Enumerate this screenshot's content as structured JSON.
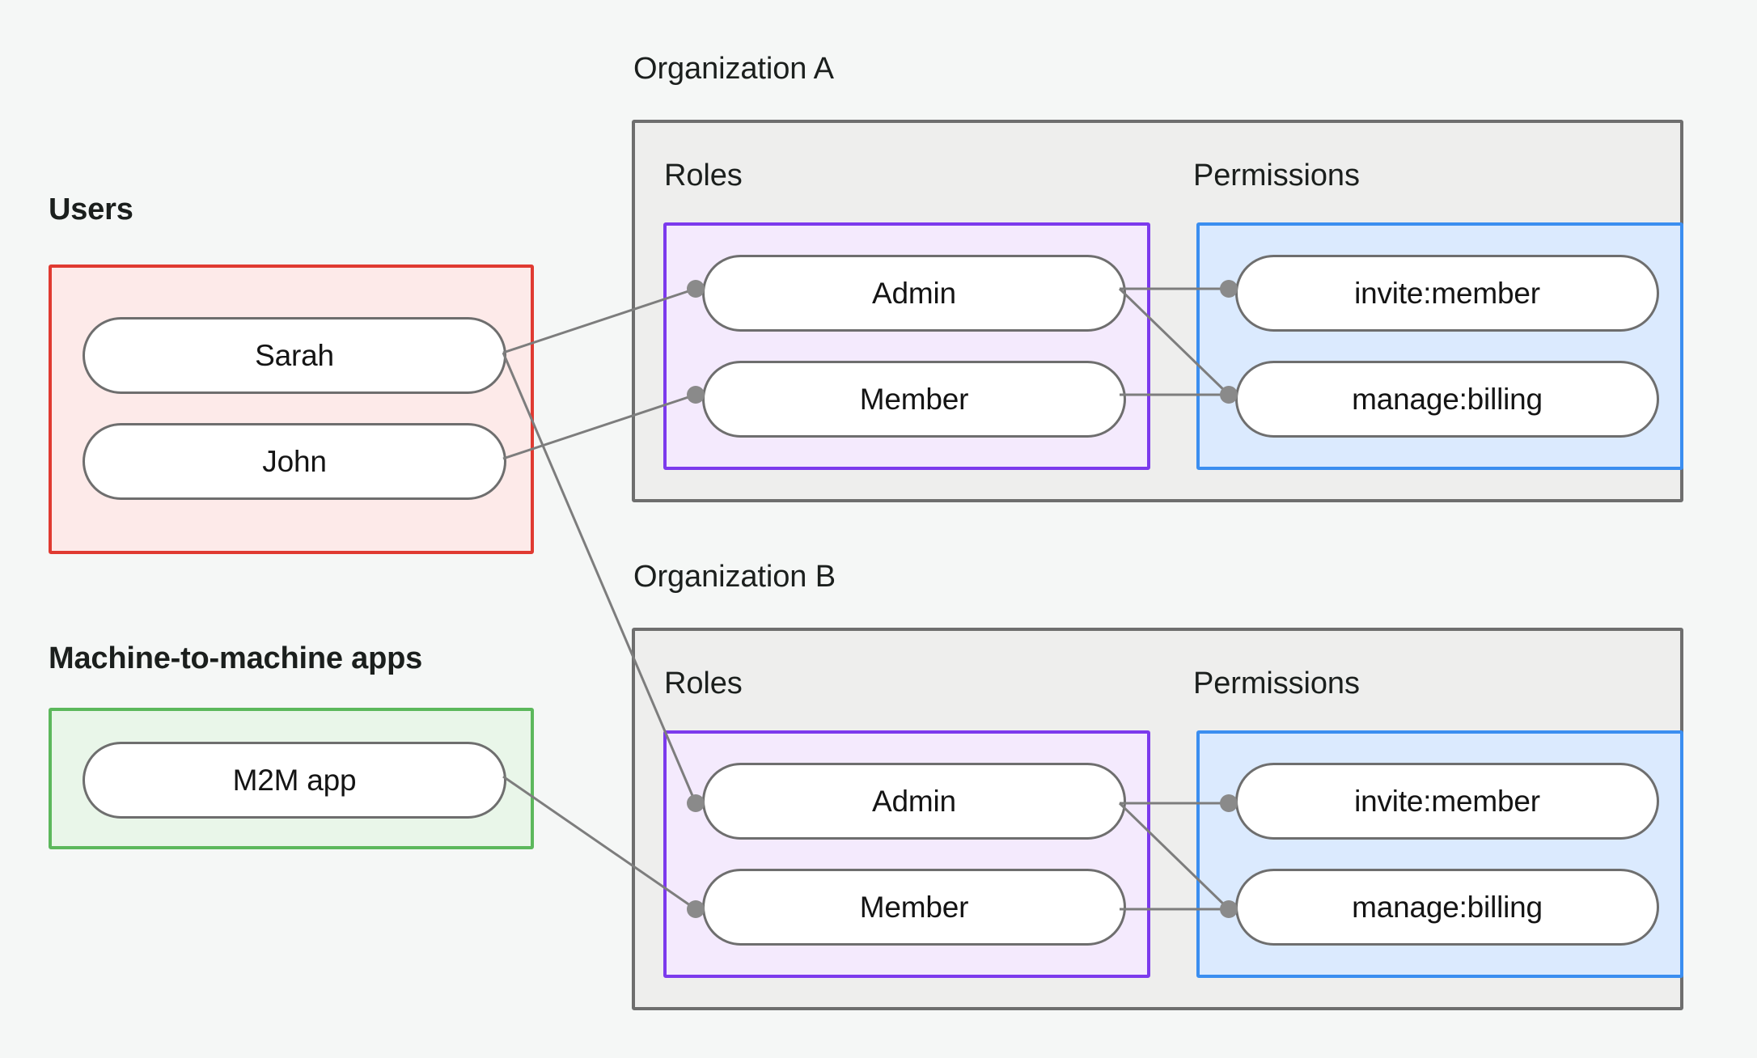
{
  "background_color": "#f5f7f6",
  "palette": {
    "users_border": "#e03a31",
    "users_fill": "#fdeae9",
    "m2m_border": "#5cb85c",
    "m2m_fill": "#e9f6e9",
    "org_border": "#6e6e6e",
    "org_fill": "#eeeeed",
    "roles_border": "#7c3aed",
    "roles_fill": "#f4eafd",
    "permissions_border": "#3b8ef0",
    "permissions_fill": "#dbeafe",
    "node_border": "#6e6e6e",
    "node_fill": "#ffffff",
    "edge_color": "#7d7d7d",
    "edge_dot_color": "#8a8a8a"
  },
  "left_column": {
    "users_group": {
      "caption": "Users",
      "nodes": [
        {
          "label": "Sarah"
        },
        {
          "label": "John"
        }
      ]
    },
    "m2m_group": {
      "caption": "Machine-to-machine apps",
      "nodes": [
        {
          "label": "M2M app"
        }
      ]
    }
  },
  "organizations": [
    {
      "caption": "Organization A",
      "roles_caption": "Roles",
      "permissions_caption": "Permissions",
      "roles": [
        {
          "label": "Admin"
        },
        {
          "label": "Member"
        }
      ],
      "permissions": [
        {
          "label": "invite:member"
        },
        {
          "label": "manage:billing"
        }
      ]
    },
    {
      "caption": "Organization B",
      "roles_caption": "Roles",
      "permissions_caption": "Permissions",
      "roles": [
        {
          "label": "Admin"
        },
        {
          "label": "Member"
        }
      ],
      "permissions": [
        {
          "label": "invite:member"
        },
        {
          "label": "manage:billing"
        }
      ]
    }
  ],
  "connections": [
    {
      "from": "Sarah",
      "to": "Organization A / Admin"
    },
    {
      "from": "Sarah",
      "to": "Organization B / Admin"
    },
    {
      "from": "John",
      "to": "Organization A / Member"
    },
    {
      "from": "M2M app",
      "to": "Organization B / Member"
    },
    {
      "from": "Organization A / Admin",
      "to": "Organization A / invite:member"
    },
    {
      "from": "Organization A / Admin",
      "to": "Organization A / manage:billing"
    },
    {
      "from": "Organization A / Member",
      "to": "Organization A / manage:billing"
    },
    {
      "from": "Organization B / Admin",
      "to": "Organization B / invite:member"
    },
    {
      "from": "Organization B / Admin",
      "to": "Organization B / manage:billing"
    },
    {
      "from": "Organization B / Member",
      "to": "Organization B / manage:billing"
    }
  ]
}
